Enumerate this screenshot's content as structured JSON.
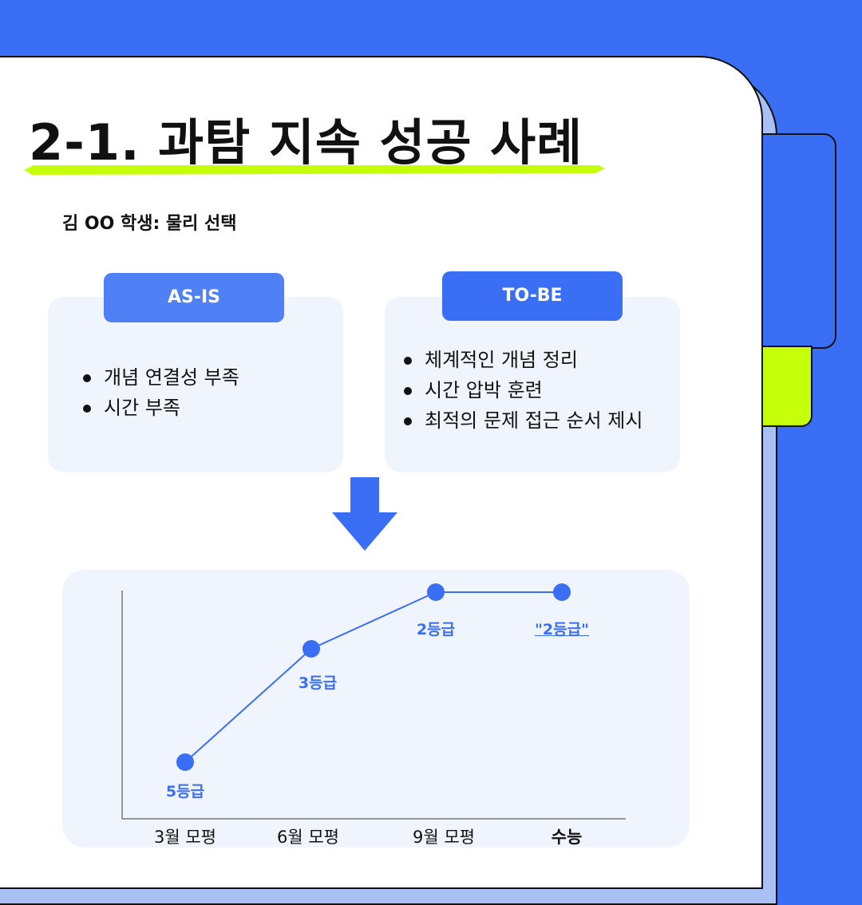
{
  "page": {
    "title": "2-1. 과탐 지속 성공 사례",
    "subtitle": "김 OO 학생: 물리 선택"
  },
  "as_is": {
    "label": "AS-IS",
    "items": [
      "개념 연결성 부족",
      "시간 부족"
    ]
  },
  "to_be": {
    "label": "TO-BE",
    "items": [
      "체계적인 개념 정리",
      "시간 압박 훈련",
      "최적의 문제 접근 순서 제시"
    ]
  },
  "chart_data": {
    "type": "line",
    "categories": [
      "3월 모평",
      "6월 모평",
      "9월 모평",
      "수능"
    ],
    "series": [
      {
        "values": [
          5,
          3,
          2,
          2
        ],
        "labels": [
          "5등급",
          "3등급",
          "2등급",
          "\"2등급\""
        ]
      }
    ],
    "y_scale": "inverted grade (1 best)",
    "grid": false
  },
  "colors": {
    "accent": "#3a6ff5",
    "highlight": "#c6ff0a",
    "panel": "#f0f5fd"
  }
}
